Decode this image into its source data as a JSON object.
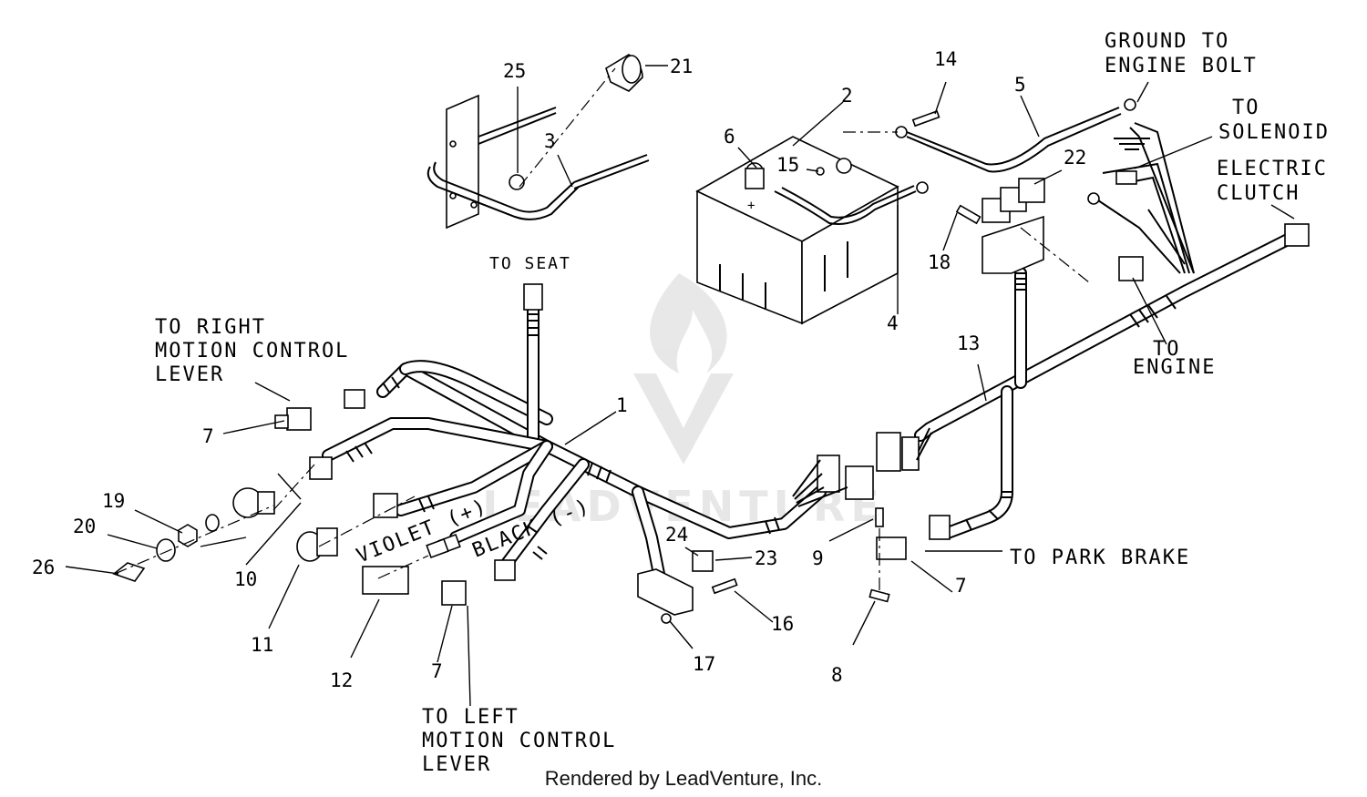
{
  "labels": {
    "to_seat": "TO SEAT",
    "right_lever": [
      "TO RIGHT",
      "MOTION CONTROL",
      "LEVER"
    ],
    "left_lever": [
      "TO LEFT",
      "MOTION CONTROL",
      "LEVER"
    ],
    "ground": [
      "GROUND TO",
      "ENGINE BOLT"
    ],
    "solenoid": [
      "TO",
      "SOLENOID"
    ],
    "clutch": [
      "ELECTRIC",
      "CLUTCH"
    ],
    "engine": [
      "TO",
      "ENGINE"
    ],
    "park_brake": "TO PARK BRAKE",
    "violet": "VIOLET (+)",
    "black": "BLACK (-)"
  },
  "callouts": {
    "n1": "1",
    "n2": "2",
    "n3": "3",
    "n4": "4",
    "n5": "5",
    "n6": "6",
    "n7a": "7",
    "n7b": "7",
    "n7c": "7",
    "n8": "8",
    "n9": "9",
    "n10": "10",
    "n11": "11",
    "n12": "12",
    "n13": "13",
    "n14": "14",
    "n15": "15",
    "n16": "16",
    "n17": "17",
    "n18": "18",
    "n19": "19",
    "n20": "20",
    "n21": "21",
    "n22": "22",
    "n23": "23",
    "n24": "24",
    "n25": "25",
    "n26": "26"
  },
  "footer": "Rendered by LeadVenture, Inc.",
  "watermark": "LEADVENTURE"
}
